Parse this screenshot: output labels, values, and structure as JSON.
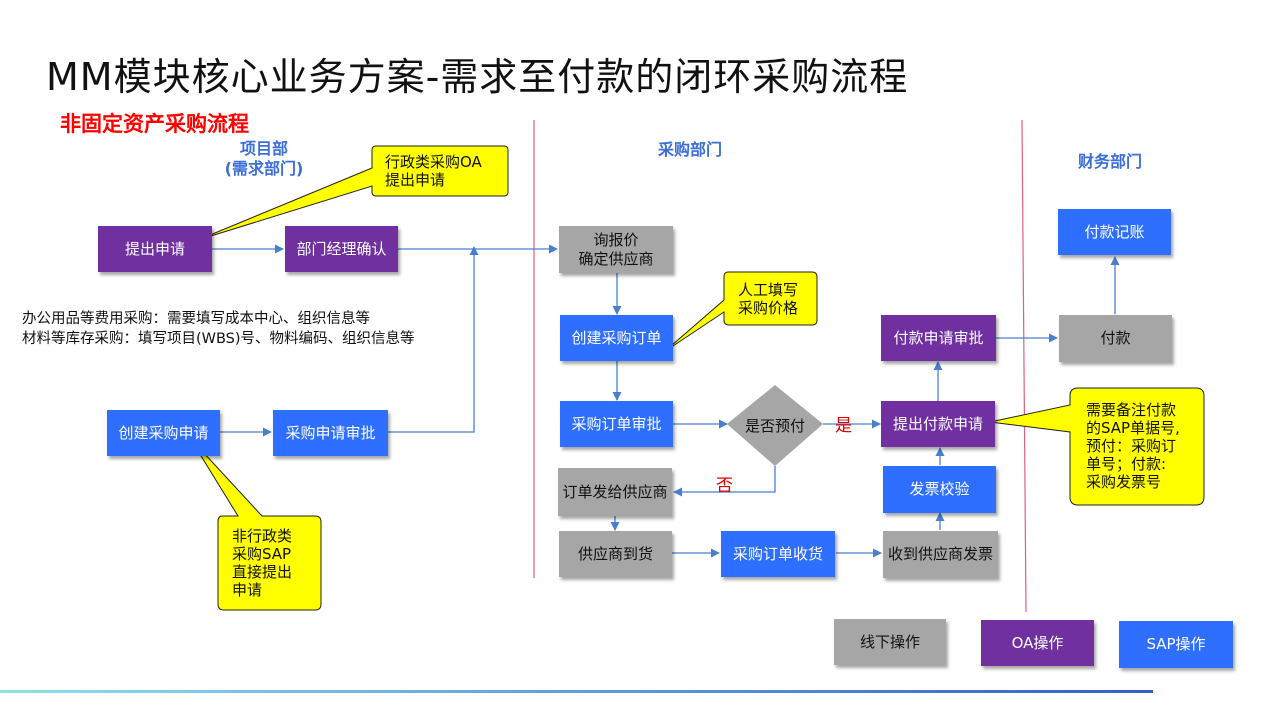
{
  "title": "MM模块核心业务方案-需求至付款的闭环采购流程",
  "subtitle": "非固定资产采购流程",
  "lanes": {
    "project_line1": "项目部",
    "project_line2": "(需求部门)",
    "purchasing": "采购部门",
    "finance": "财务部门"
  },
  "boxes": {
    "submit_request": "提出申请",
    "manager_confirm": "部门经理确认",
    "create_pr": "创建采购申请",
    "pr_approval": "采购申请审批",
    "inquiry_line1": "询报价",
    "inquiry_line2": "确定供应商",
    "create_po": "创建采购订单",
    "po_approval": "采购订单审批",
    "send_po": "订单发给供应商",
    "supplier_arrival": "供应商到货",
    "po_receipt": "采购订单收货",
    "receive_invoice": "收到供应商发票",
    "invoice_verify": "发票校验",
    "payment_request": "提出付款申请",
    "payment_approval": "付款申请审批",
    "payment": "付款",
    "payment_posting": "付款记账"
  },
  "decision": {
    "label": "是否预付",
    "yes": "是",
    "no": "否"
  },
  "notes": {
    "office_supplies": "办公用品等费用采购：需要填写成本中心、组织信息等",
    "materials": "材料等库存采购：填写项目(WBS)号、物料编码、组织信息等"
  },
  "callouts": {
    "oa": "行政类采购OA\n提出申请",
    "sap": "非行政类\n采购SAP\n直接提出\n申请",
    "price": "人工填写\n采购价格",
    "remark": "需要备注付款\n的SAP单据号,\n预付：采购订\n单号；付款:\n采购发票号"
  },
  "legend": {
    "offline": "线下操作",
    "oa": "OA操作",
    "sap": "SAP操作"
  },
  "colors": {
    "oa_purple": "#7030a0",
    "sap_blue": "#2f6fff",
    "offline_gray": "#a6a6a6",
    "callout_yellow": "#ffff00",
    "divider": "#e06080",
    "arrow": "#4a7fd0",
    "lane_title": "#3b6ed8",
    "subtitle_red": "#ff0000"
  }
}
